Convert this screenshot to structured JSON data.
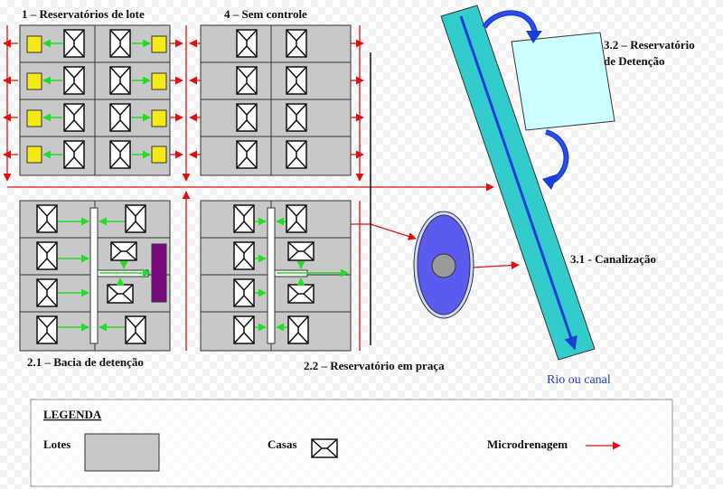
{
  "labels": {
    "block1": "1 – Reservatórios de lote",
    "block4": "4 – Sem controle",
    "block21": "2.1 – Bacia de detenção",
    "block22": "2.2 – Reservatório em praça",
    "res32_line1": "3.2 – Reservatório",
    "res32_line2": "de Detenção",
    "canal31": "3.1 - Canalização",
    "river": "Rio ou canal"
  },
  "legend": {
    "title": "LEGENDA",
    "lots": "Lotes",
    "houses": "Casas",
    "drainage": "Microdrenagem"
  },
  "colors": {
    "lot_fill": "#c8c8c8",
    "house_fill": "#ffffff",
    "reservoir_yellow": "#f5ea17",
    "basin_purple": "#7b0a80",
    "canal_cyan": "#33cccc",
    "flow_blue": "#1a3fd6",
    "drainage_red": "#e01010",
    "green_arrow": "#22dd22",
    "detention_fill": "#ccffff",
    "pond_blue": "#5b5bf0"
  }
}
